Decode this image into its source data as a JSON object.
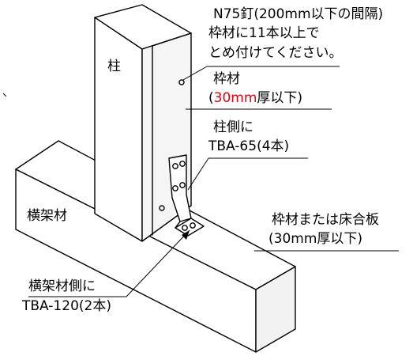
{
  "labels": {
    "post": "柱",
    "beam": "横架材",
    "nail_line1": "N75釘(200mm以下の間隔)",
    "nail_line2": "枠材に11本以上で",
    "nail_line3": "とめ付けてください。",
    "frame_title": "枠材",
    "frame_thickness_open": "(",
    "frame_thickness_value": "30mm",
    "frame_thickness_close": "厚以下)",
    "post_side_title": "柱側に",
    "post_side_spec": "TBA-65(4本)",
    "floor_line1": "枠材または床合板",
    "floor_line2": "(30mm厚以下)",
    "beam_side_title": "横架材側に",
    "beam_side_spec": "TBA-120(2本)"
  },
  "colors": {
    "line": "#000000",
    "face_front": "#ffffff",
    "face_side": "#f2f2f2",
    "face_top": "#ffffff",
    "accent_red": "#e60012"
  }
}
